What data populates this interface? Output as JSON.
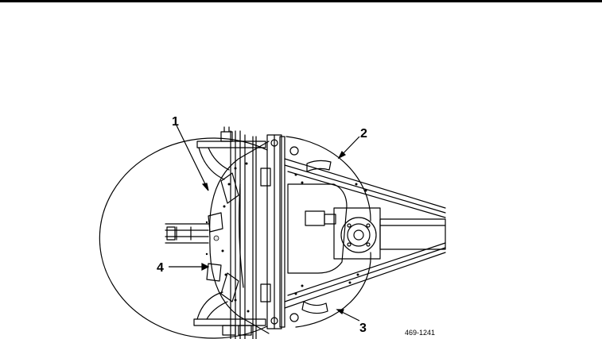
{
  "callouts": {
    "c1": "1",
    "c2": "2",
    "c3": "3",
    "c4": "4"
  },
  "figure_id": "469-1241",
  "colors": {
    "line": "#000000",
    "fill": "#ffffff",
    "shade": "#e6e6e6"
  }
}
